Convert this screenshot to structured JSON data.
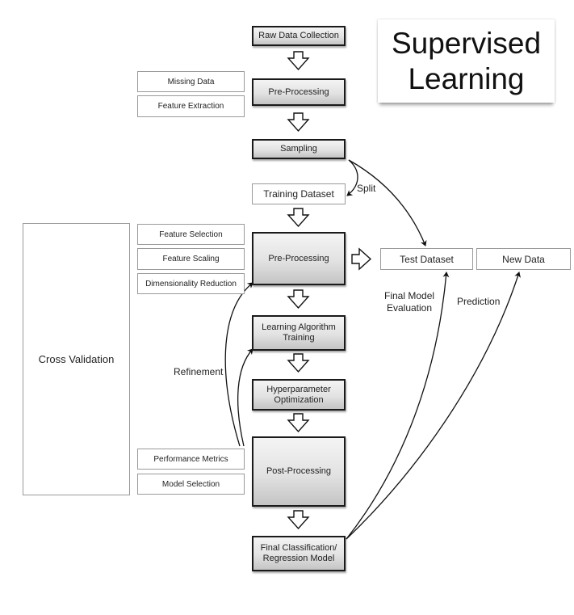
{
  "title": {
    "line1": "Supervised",
    "line2": "Learning"
  },
  "pipeline": {
    "raw_data_collection": "Raw Data Collection",
    "pre_processing_1": "Pre-Processing",
    "sampling": "Sampling",
    "training_dataset": "Training Dataset",
    "pre_processing_2": "Pre-Processing",
    "learning_algorithm_training": {
      "line1": "Learning Algorithm",
      "line2": "Training"
    },
    "hyperparameter_optimization": {
      "line1": "Hyperparameter",
      "line2": "Optimization"
    },
    "post_processing": "Post-Processing",
    "final_model": {
      "line1": "Final Classification/",
      "line2": "Regression Model"
    }
  },
  "side_boxes": {
    "pre_processing_1": [
      "Missing Data",
      "Feature Extraction"
    ],
    "pre_processing_2": [
      "Feature Selection",
      "Feature Scaling",
      "Dimensionality Reduction"
    ],
    "post_processing": [
      "Performance Metrics",
      "Model Selection"
    ]
  },
  "cross_validation": "Cross Validation",
  "outputs": {
    "test_dataset": "Test Dataset",
    "new_data": "New Data"
  },
  "edge_labels": {
    "split": "Split",
    "refinement": "Refinement",
    "final_model_evaluation": {
      "line1": "Final Model",
      "line2": "Evaluation"
    },
    "prediction": "Prediction"
  }
}
